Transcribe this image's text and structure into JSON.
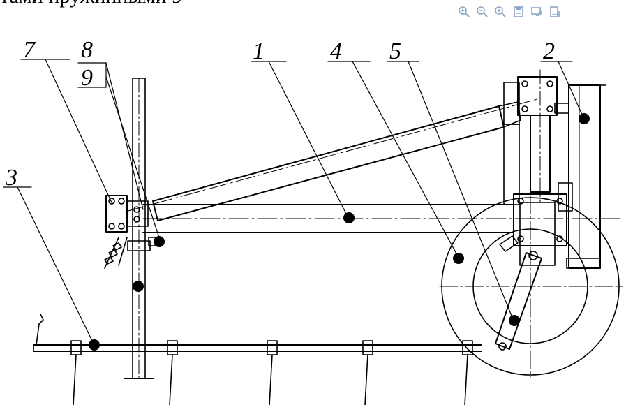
{
  "caption": "тами пружинными 9",
  "toolbar": {
    "icons": [
      "zoom-in-icon",
      "zoom-out-icon",
      "zoom-reset-icon",
      "save-icon",
      "rotate-icon",
      "print-icon"
    ],
    "color": "#8aa6c4"
  },
  "callouts": [
    "7",
    "8",
    "9",
    "1",
    "4",
    "5",
    "2",
    "3"
  ]
}
